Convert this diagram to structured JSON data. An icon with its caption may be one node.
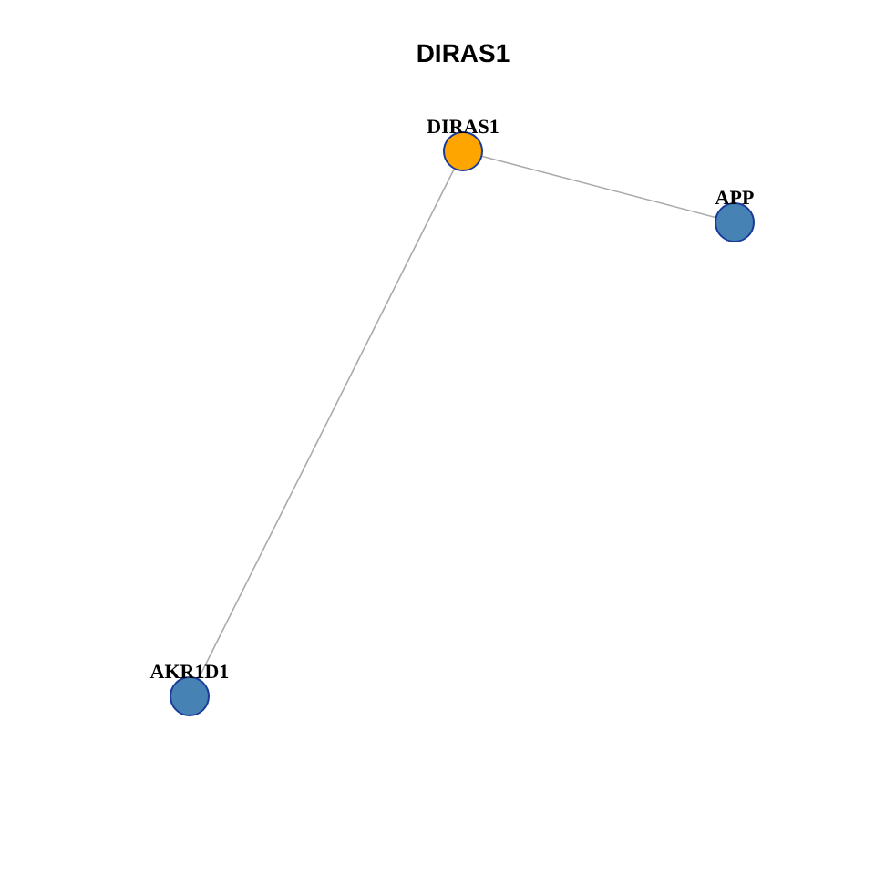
{
  "diagram": {
    "title": "DIRAS1",
    "nodes": [
      {
        "text": [
          "DIRAS1"
        ]
      },
      {
        "text": [
          "APP"
        ]
      },
      {
        "text": [
          "AKR1D1"
        ]
      }
    ],
    "edges": [
      {
        "from": 0,
        "to": 1,
        "arrow": "none"
      },
      {
        "from": 0,
        "to": 2,
        "arrow": "none"
      }
    ]
  }
}
